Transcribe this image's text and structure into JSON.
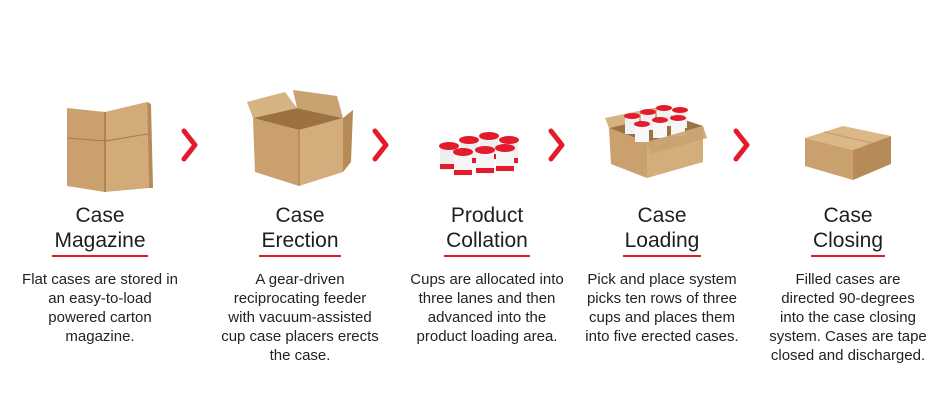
{
  "steps": [
    {
      "title_line1": "Case",
      "title_line2": "Magazine",
      "description": "Flat cases are stored in an easy-to-load powered carton magazine."
    },
    {
      "title_line1": "Case",
      "title_line2": "Erection",
      "description": "A gear-driven reciprocating feeder with vacuum-assisted cup case placers erects the case."
    },
    {
      "title_line1": "Product",
      "title_line2": "Collation",
      "description": "Cups are allocated into three lanes and then advanced into the product loading area."
    },
    {
      "title_line1": "Case",
      "title_line2": "Loading",
      "description": "Pick and place system picks ten rows of three cups and places them into five erected cases."
    },
    {
      "title_line1": "Case",
      "title_line2": "Closing",
      "description": "Filled cases are directed 90-degrees into the case closing system. Cases are tape closed and discharged."
    }
  ],
  "icons": [
    "flat-carton-stack-icon",
    "open-carton-icon",
    "cup-cluster-icon",
    "loaded-carton-icon",
    "closed-carton-icon",
    "chevron-right-icon"
  ],
  "colors": {
    "accent": "#e31b2c",
    "cardboard": "#c9a06e",
    "cardboard_dark": "#a57a47",
    "text": "#222222"
  }
}
